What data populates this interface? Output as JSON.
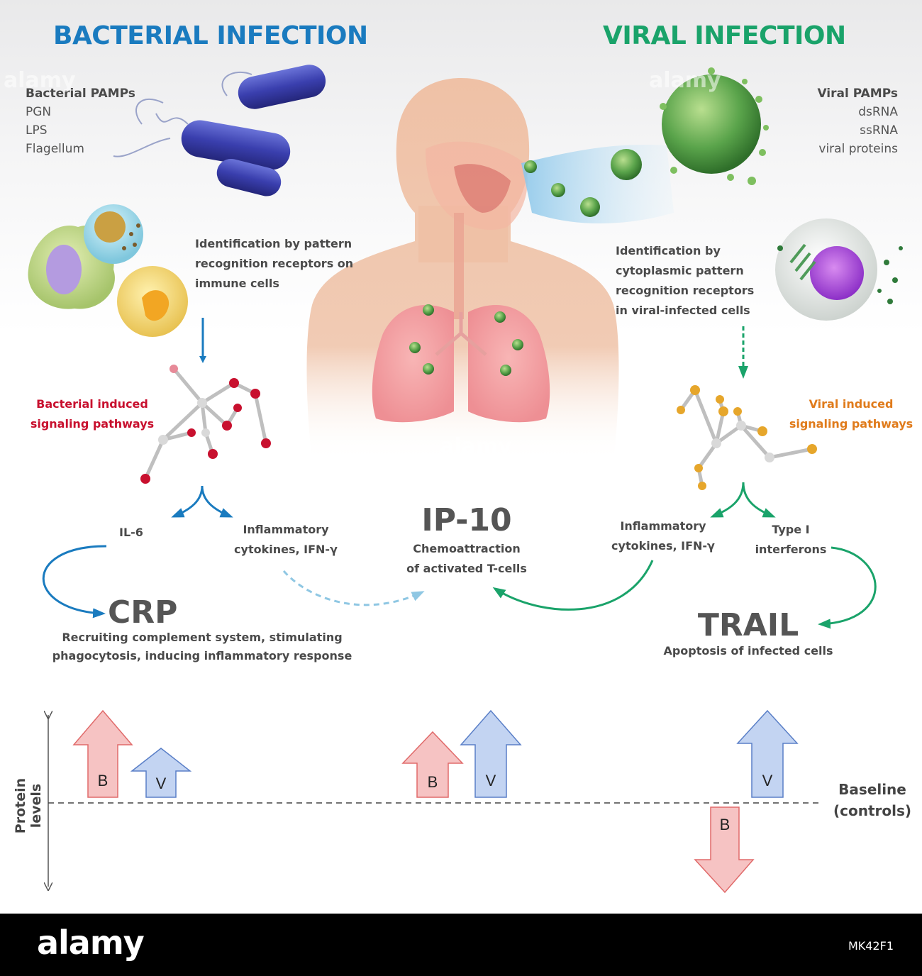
{
  "headers": {
    "bacterial": "BACTERIAL INFECTION",
    "viral": "VIRAL INFECTION"
  },
  "colors": {
    "bacterial_blue": "#1a7bbf",
    "viral_green": "#1aa36a",
    "bacterial_red": "#c8102e",
    "viral_orange": "#e07b1b",
    "arrow_blue": "#1a7bbf",
    "arrow_green": "#1aa36a",
    "b_arrow_fill": "#f6c3c3",
    "v_arrow_fill": "#c3d4f2"
  },
  "bacterial_pamps": {
    "title": "Bacterial PAMPs",
    "items": [
      "PGN",
      "LPS",
      "Flagellum"
    ]
  },
  "viral_pamps": {
    "title": "Viral PAMPs",
    "items": [
      "dsRNA",
      "ssRNA",
      "viral proteins"
    ]
  },
  "identification": {
    "bacterial": [
      "Identification by pattern",
      "recognition receptors on",
      "immune cells"
    ],
    "viral": [
      "Identification by",
      "cytoplasmic pattern",
      "recognition receptors",
      "in viral-infected cells"
    ]
  },
  "signaling": {
    "bacterial": [
      "Bacterial induced",
      "signaling pathways"
    ],
    "viral": [
      "Viral induced",
      "signaling pathways"
    ]
  },
  "cytokines": {
    "il6": "IL-6",
    "bacterial_inflammatory": [
      "Inflammatory",
      "cytokines, IFN-γ"
    ],
    "viral_inflammatory": [
      "Inflammatory",
      "cytokines, IFN-γ"
    ],
    "type1": [
      "Type I",
      "interferons"
    ]
  },
  "markers": {
    "ip10": {
      "name": "IP-10",
      "desc": [
        "Chemoattraction",
        "of activated T-cells"
      ]
    },
    "crp": {
      "name": "CRP",
      "desc": [
        "Recruiting complement system, stimulating",
        "phagocytosis, inducing inflammatory response"
      ]
    },
    "trail": {
      "name": "TRAIL",
      "desc": [
        "Apoptosis of infected cells"
      ]
    }
  },
  "protein_levels": {
    "axis_label": "Protein levels",
    "baseline": [
      "Baseline",
      "(controls)"
    ],
    "crp": {
      "B": "up",
      "V": "up"
    },
    "ip10": {
      "B": "up",
      "V": "up"
    },
    "trail": {
      "B": "down",
      "V": "up"
    },
    "letter_b": "B",
    "letter_v": "V"
  },
  "footer": {
    "logo": "alamy",
    "stock_id": "MK42F1",
    "watermark": "alamy"
  }
}
